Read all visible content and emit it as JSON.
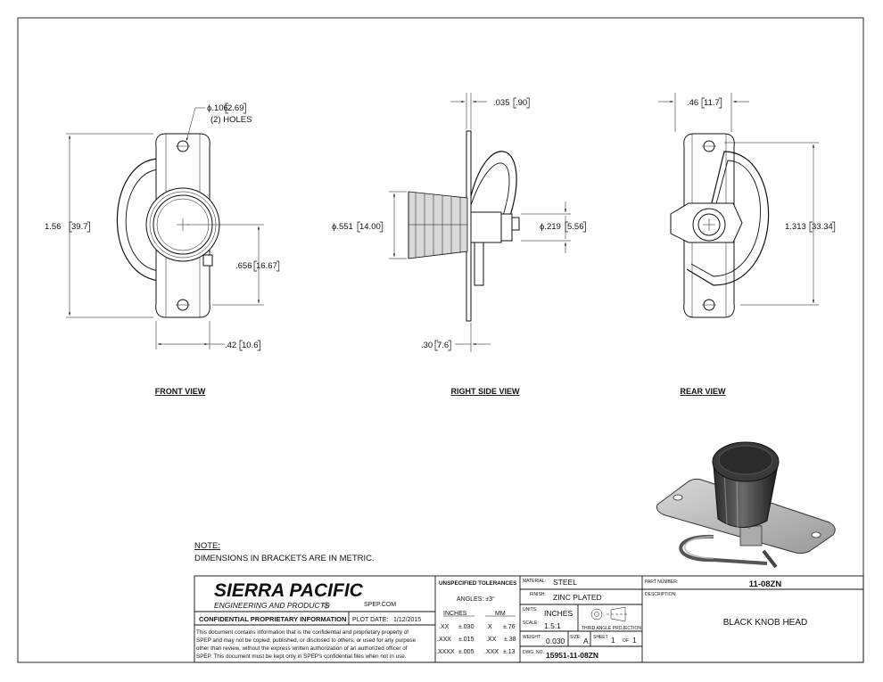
{
  "dimensions": {
    "hole_dia": "ϕ.106",
    "hole_dia_mm": "2.69",
    "holes_note": "(2) HOLES",
    "height": "1.56",
    "height_mm": "39.7",
    "center_offset": ".656",
    "center_offset_mm": "16.67",
    "width": ".42",
    "width_mm": "10.6",
    "plate_thk": ".035",
    "plate_thk_mm": ".90",
    "knob_dia": "ϕ.551",
    "knob_dia_mm": "14.00",
    "pin_dia": "ϕ.219",
    "pin_dia_mm": "5.56",
    "knob_len": ".30",
    "knob_len_mm": "7.6",
    "rear_width": ".46",
    "rear_width_mm": "11.7",
    "rear_height": "1.313",
    "rear_height_mm": "33.34"
  },
  "views": {
    "front": "FRONT VIEW",
    "right_side": "RIGHT SIDE VIEW",
    "rear": "REAR VIEW"
  },
  "note": {
    "title": "NOTE:",
    "text": "DIMENSIONS IN BRACKETS ARE IN METRIC."
  },
  "title_block": {
    "company_name": "SIERRA PACIFIC",
    "company_sub": "ENGINEERING AND PRODUCTS",
    "registered": "R",
    "website": "SPEP.COM",
    "confidential_heading": "CONFIDENTIAL PROPRIETARY INFORMATION",
    "plot_date_label": "PLOT DATE:",
    "plot_date": "1/12/2015",
    "confidential_lines": [
      "This document contains information that is the confidential and proprietary property of",
      "SPEP and may not be copied, published, or disclosed to others, or used for any purpose",
      "other than review, without the express written authorization of an authorized officer of",
      "SPEP. This document must be kept only in SPEP's confidential files when not in use."
    ],
    "tolerances": {
      "heading": "UNSPECIFIED TOLERANCES",
      "angles": "ANGLES: ±3°",
      "inches_head": "INCHES",
      "mm_head": "MM",
      "rows": [
        {
          "in_fmt": ".XX",
          "in_tol": "±.030",
          "mm_fmt": ".X",
          "mm_tol": "±.76"
        },
        {
          "in_fmt": ".XXX",
          "in_tol": "±.015",
          "mm_fmt": ".XX",
          "mm_tol": "±.38"
        },
        {
          "in_fmt": ".XXXX",
          "in_tol": "±.005",
          "mm_fmt": ".XXX",
          "mm_tol": "±.13"
        }
      ]
    },
    "material_label": "MATERIAL:",
    "material": "STEEL",
    "finish_label": "FINISH:",
    "finish": "ZINC PLATED",
    "units_label": "UNITS:",
    "units": "INCHES",
    "scale_label": "SCALE:",
    "scale": "1.5:1",
    "projection": "THIRD ANGLE PROJECTION",
    "weight_label": "WEIGHT:",
    "weight": "0.030",
    "size_label": "SIZE:",
    "size": "A",
    "sheet_label": "SHEET",
    "sheet": "1",
    "of_label": "OF",
    "sheet_total": "1",
    "dwg_label": "DWG. NO.",
    "dwg_no": "15951-11-08ZN",
    "part_number_label": "PART NUMBER:",
    "part_number": "11-08ZN",
    "description_label": "DESCRIPTION:",
    "description": "BLACK KNOB HEAD"
  }
}
